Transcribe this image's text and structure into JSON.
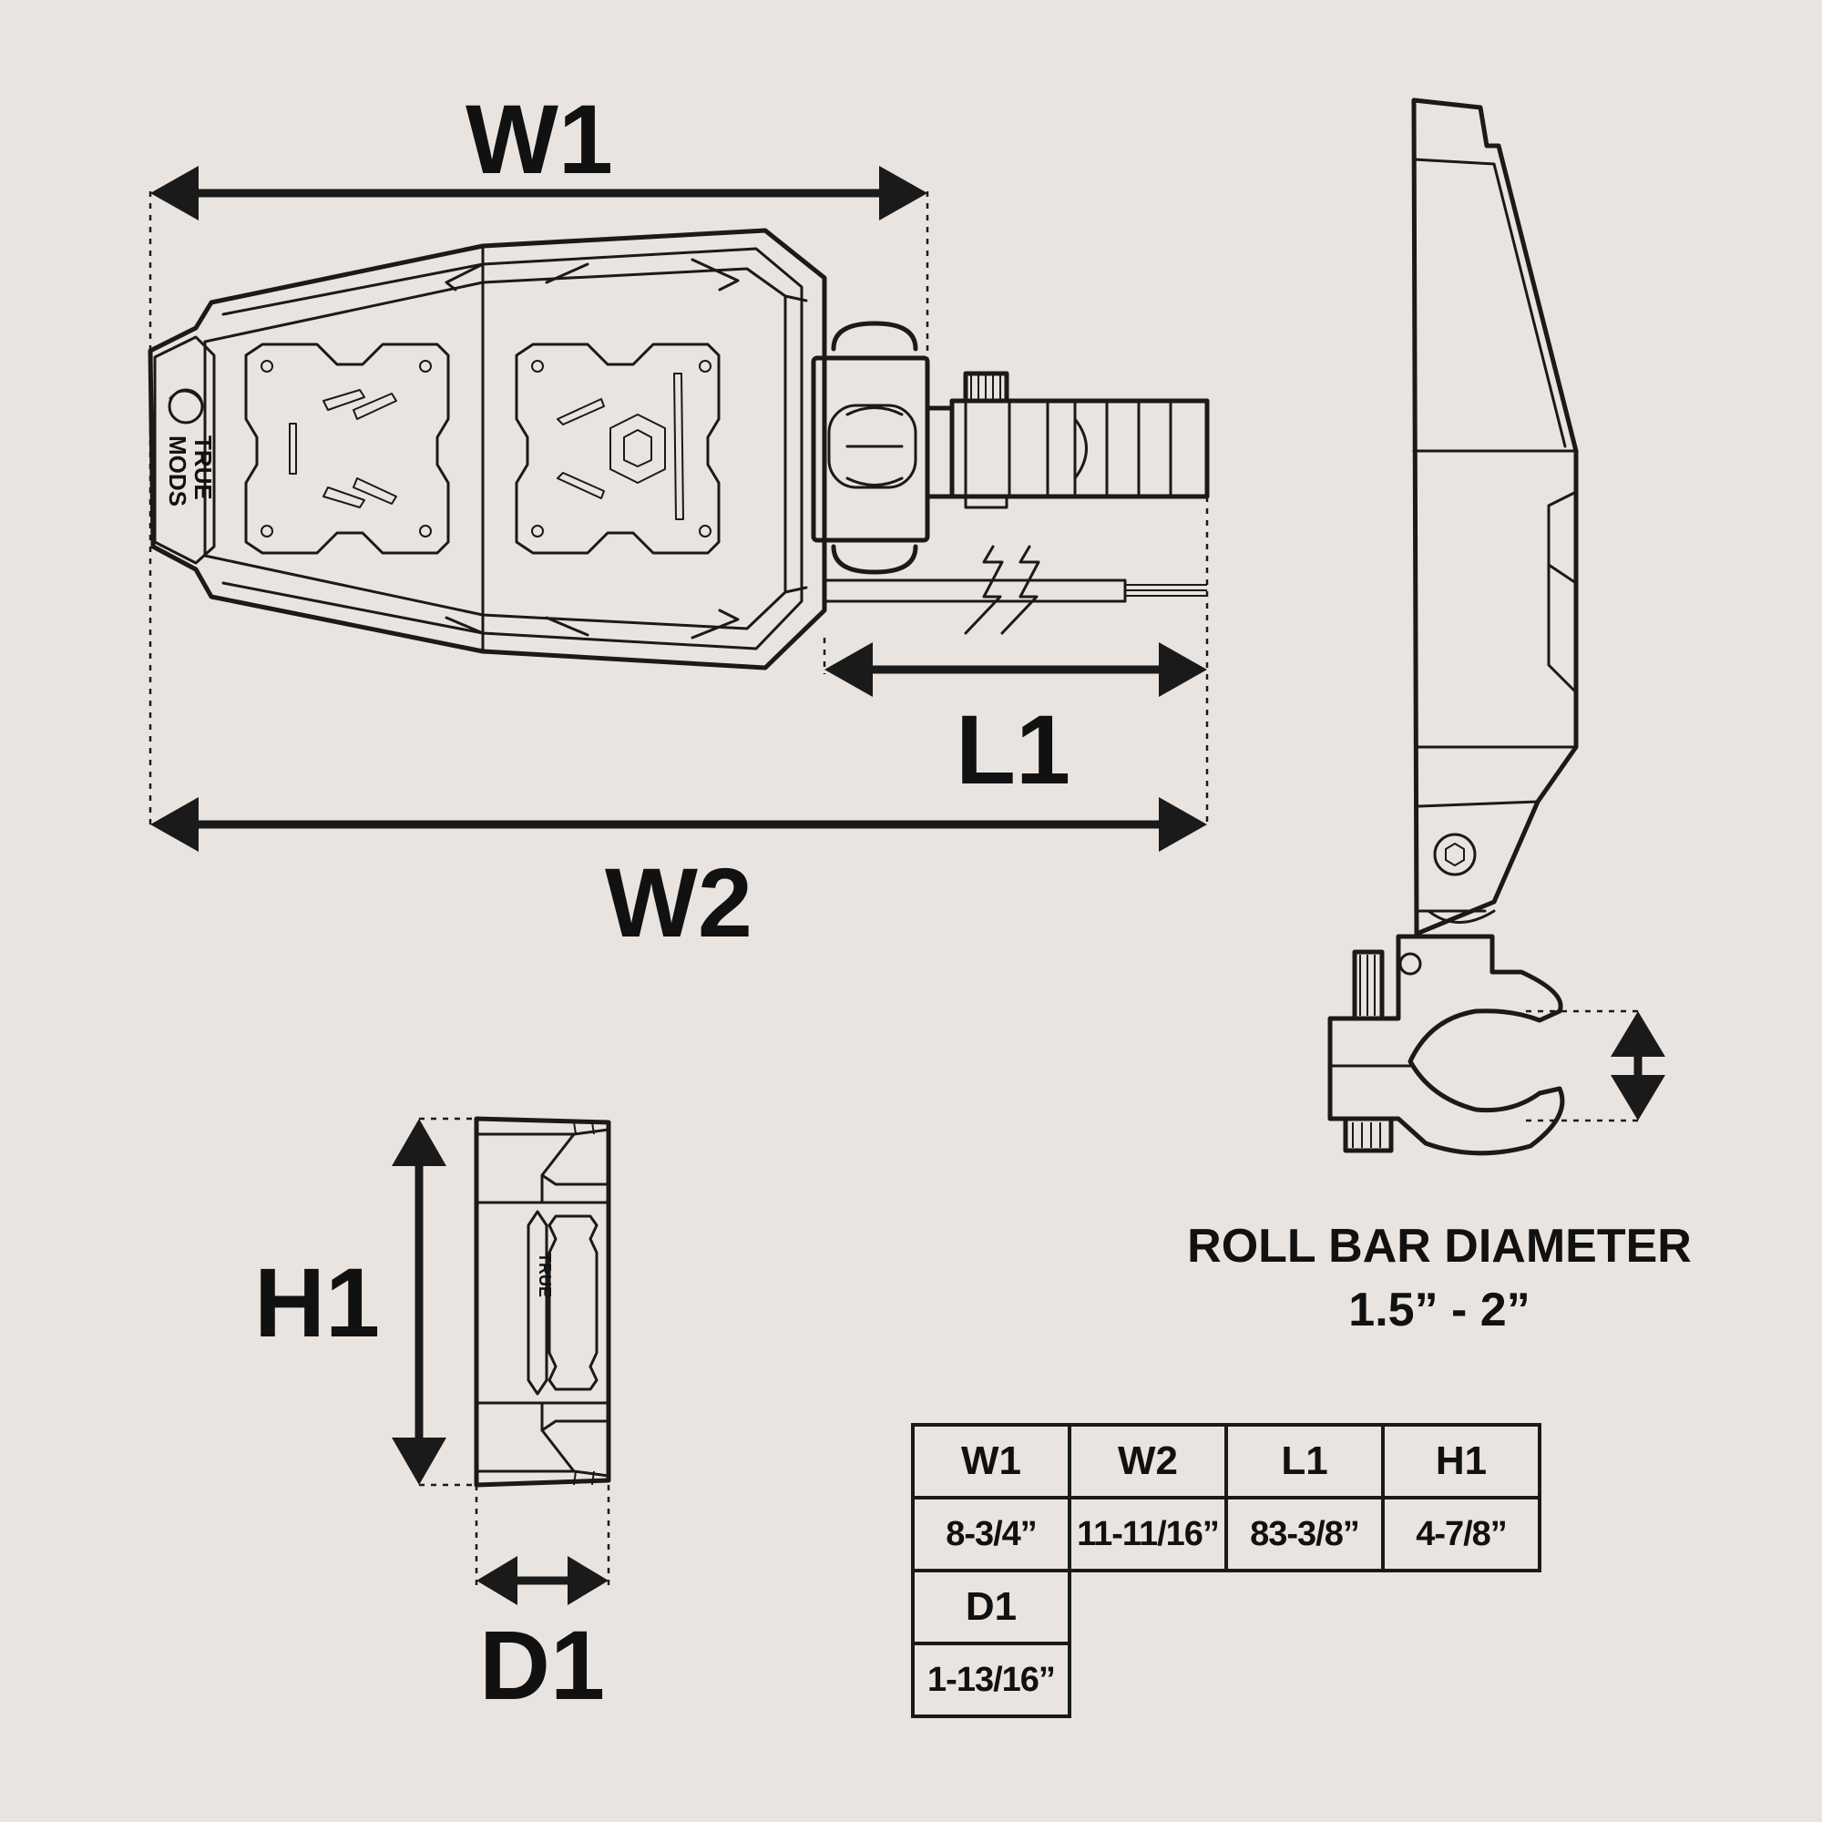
{
  "labels": {
    "w1": "W1",
    "w2": "W2",
    "l1": "L1",
    "h1": "H1",
    "d1": "D1"
  },
  "logo": {
    "line1": "TRUE",
    "line2": "MODS"
  },
  "roll_bar": {
    "title": "ROLL BAR DIAMETER",
    "range": "1.5” - 2”"
  },
  "dimension_table": {
    "headers": [
      "W1",
      "W2",
      "L1",
      "H1",
      "D1"
    ],
    "values": [
      "8-3/4”",
      "11-11/16”",
      "83-3/8”",
      "4-7/8”",
      "1-13/16”"
    ]
  },
  "colors": {
    "background": "#e9e4df",
    "ink": "#1a1a1a"
  }
}
